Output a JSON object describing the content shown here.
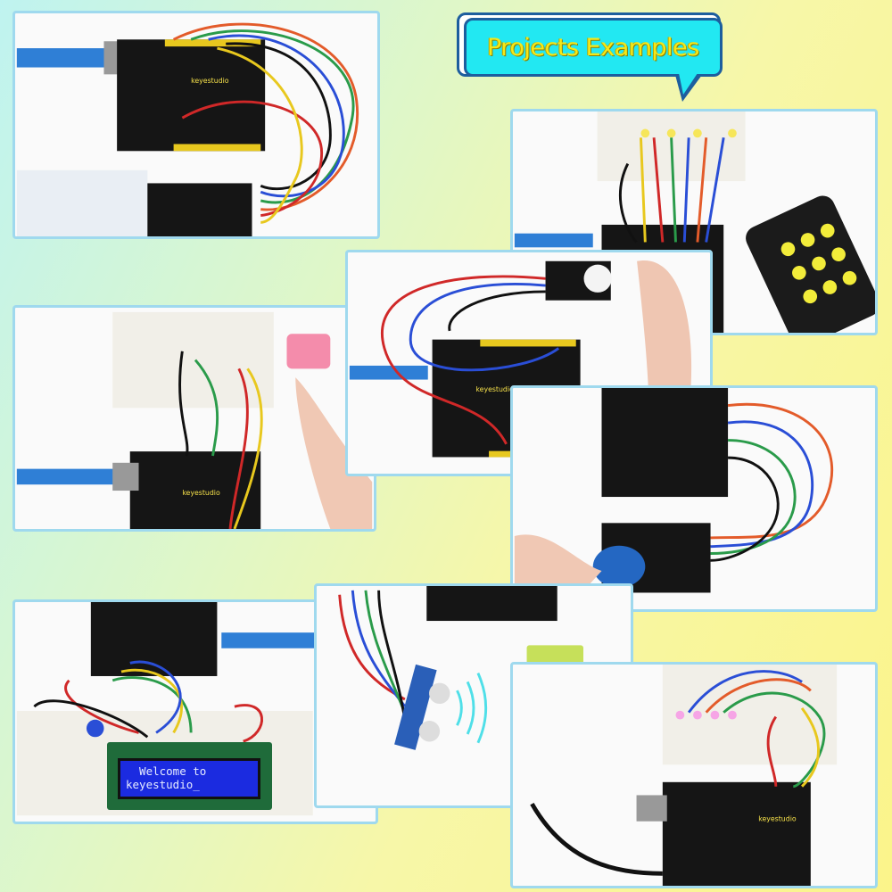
{
  "title": {
    "text": "Projects Examples"
  },
  "lcd": {
    "line1": "  Welcome to",
    "line2": "keyestudio_"
  },
  "board_brand": "keyestudio",
  "colors": {
    "panel_border": "#9fd9ee",
    "bubble_fill": "#22e8f2",
    "bubble_text": "#f4e81a",
    "board": "#151515",
    "lcd_screen": "#1b2be0"
  },
  "panels": [
    {
      "name": "rfid-wiring-project"
    },
    {
      "name": "ir-remote-leds-project"
    },
    {
      "name": "breadboard-usb-project"
    },
    {
      "name": "pir-sensor-project"
    },
    {
      "name": "rfid-keyfob-project"
    },
    {
      "name": "lcd1602-project"
    },
    {
      "name": "ultrasonic-sensor-project"
    },
    {
      "name": "led-bar-project"
    }
  ]
}
